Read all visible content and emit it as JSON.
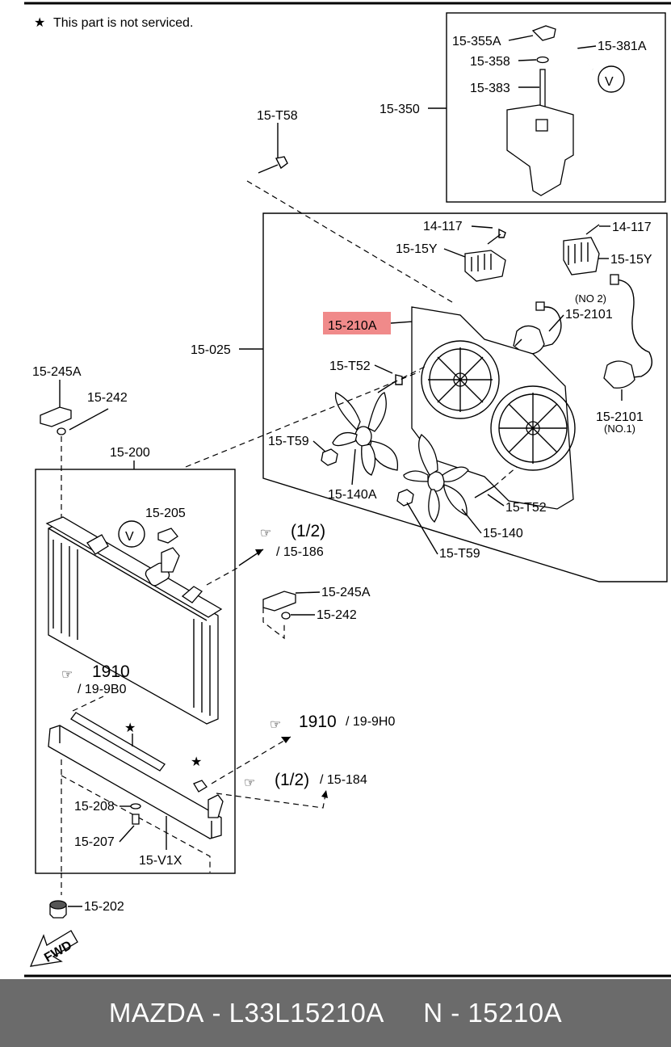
{
  "note": "This part is not serviced.",
  "labels": {
    "p15_355A": "15-355A",
    "p15_381A": "15-381A",
    "p15_358": "15-358",
    "p15_383": "15-383",
    "p15_350": "15-350",
    "p15_T58": "15-T58",
    "p14_117a": "14-117",
    "p14_117b": "14-117",
    "p15_15Ya": "15-15Y",
    "p15_15Yb": "15-15Y",
    "no2": "(NO 2)",
    "p15_2101a": "15-2101",
    "p15_210A": "15-210A",
    "p15_025": "15-025",
    "p15_T52a": "15-T52",
    "p15_245Aa": "15-245A",
    "p15_242a": "15-242",
    "p15_2101b": "15-2101",
    "no1": "(NO.1)",
    "p15_T59a": "15-T59",
    "p15_140A": "15-140A",
    "p15_T52b": "15-T52",
    "p15_140": "15-140",
    "p15_T59b": "15-T59",
    "p15_200": "15-200",
    "p15_205": "15-205",
    "ref_half_a": "(1/2)",
    "ref_186": "/ 15-186",
    "p15_245Ab": "15-245A",
    "p15_242b": "15-242",
    "ref_1910a": "1910",
    "ref_19_9B0": "/ 19-9B0",
    "ref_1910b": "1910",
    "ref_19_9H0": "/ 19-9H0",
    "ref_half_b": "(1/2)",
    "ref_184": "/ 15-184",
    "p15_208": "15-208",
    "p15_207": "15-207",
    "p15_V1X": "15-V1X",
    "p15_202": "15-202",
    "v_mark_a": "V",
    "v_mark_b": "V",
    "fwd": "FWD"
  },
  "highlight_color": "#f08a8a",
  "footer": {
    "brand": "MAZDA",
    "part_number": "L33L15210A",
    "item": "N - 15210A"
  }
}
